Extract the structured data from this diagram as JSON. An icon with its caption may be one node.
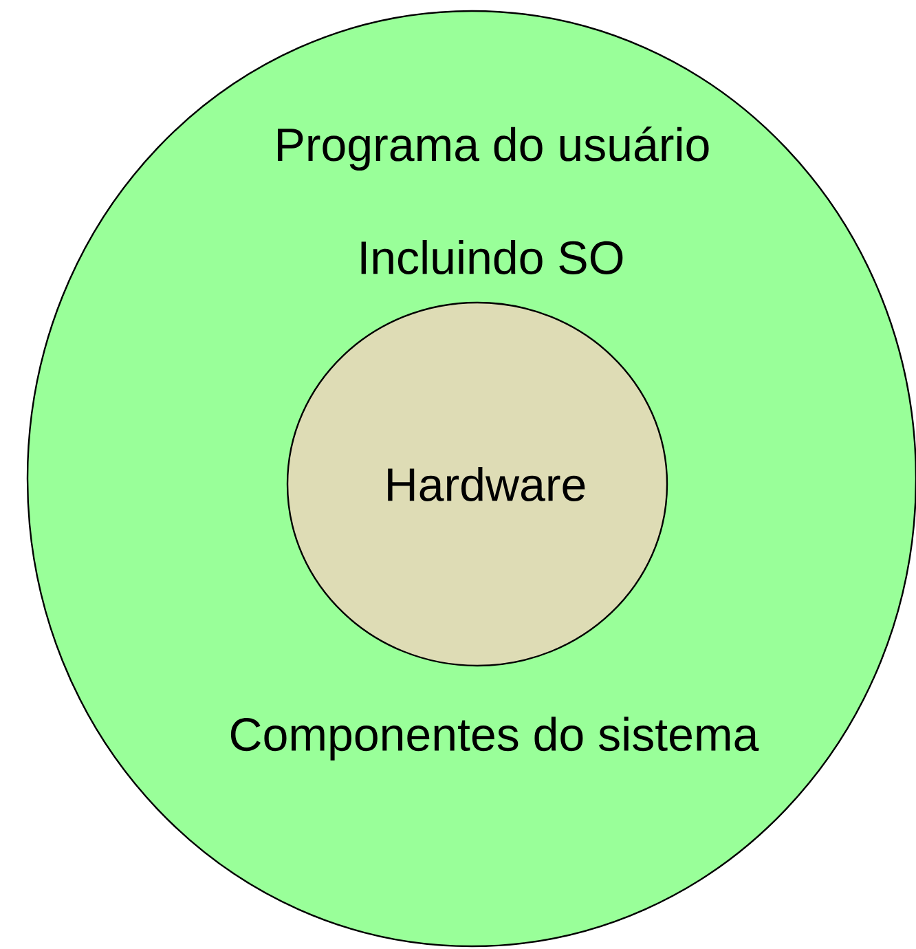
{
  "diagram": {
    "nodes": [
      {
        "text": [
          "Programa do usuário",
          "Incluindo SO",
          "Componentes do sistema"
        ]
      },
      {
        "text": [
          "Hardware"
        ],
        "in": 0
      }
    ]
  }
}
